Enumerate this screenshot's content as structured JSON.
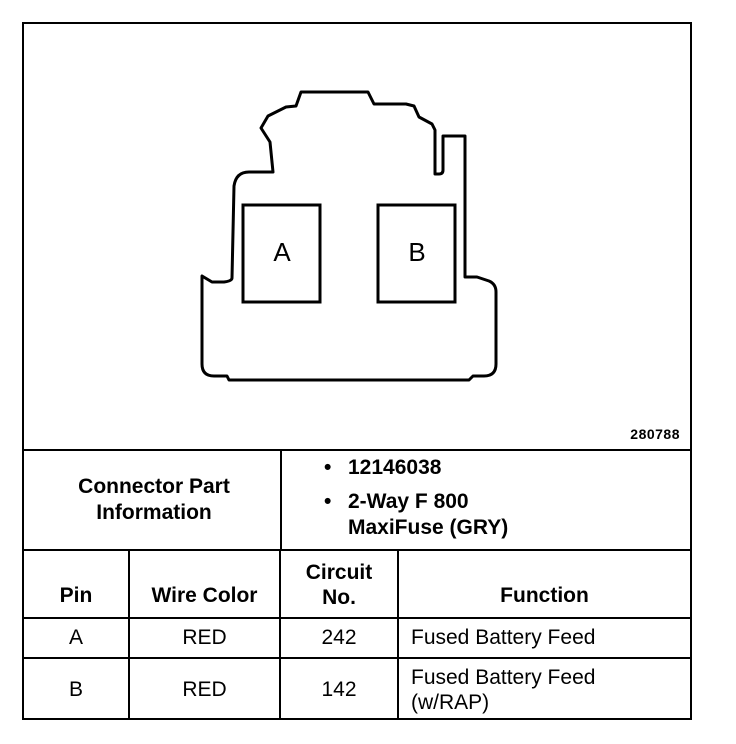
{
  "figure_id": "280788",
  "connector": {
    "cavities": [
      "A",
      "B"
    ]
  },
  "part_info": {
    "label": "Connector Part Information",
    "items": [
      "12146038",
      "2-Way F 800 MaxiFuse (GRY)"
    ]
  },
  "table": {
    "headers": {
      "pin": "Pin",
      "wire_color": "Wire Color",
      "circuit_no": "Circuit No.",
      "function": "Function"
    },
    "rows": [
      {
        "pin": "A",
        "wire_color": "RED",
        "circuit_no": "242",
        "function": "Fused Battery Feed"
      },
      {
        "pin": "B",
        "wire_color": "RED",
        "circuit_no": "142",
        "function": "Fused Battery Feed (w/RAP)"
      }
    ]
  }
}
